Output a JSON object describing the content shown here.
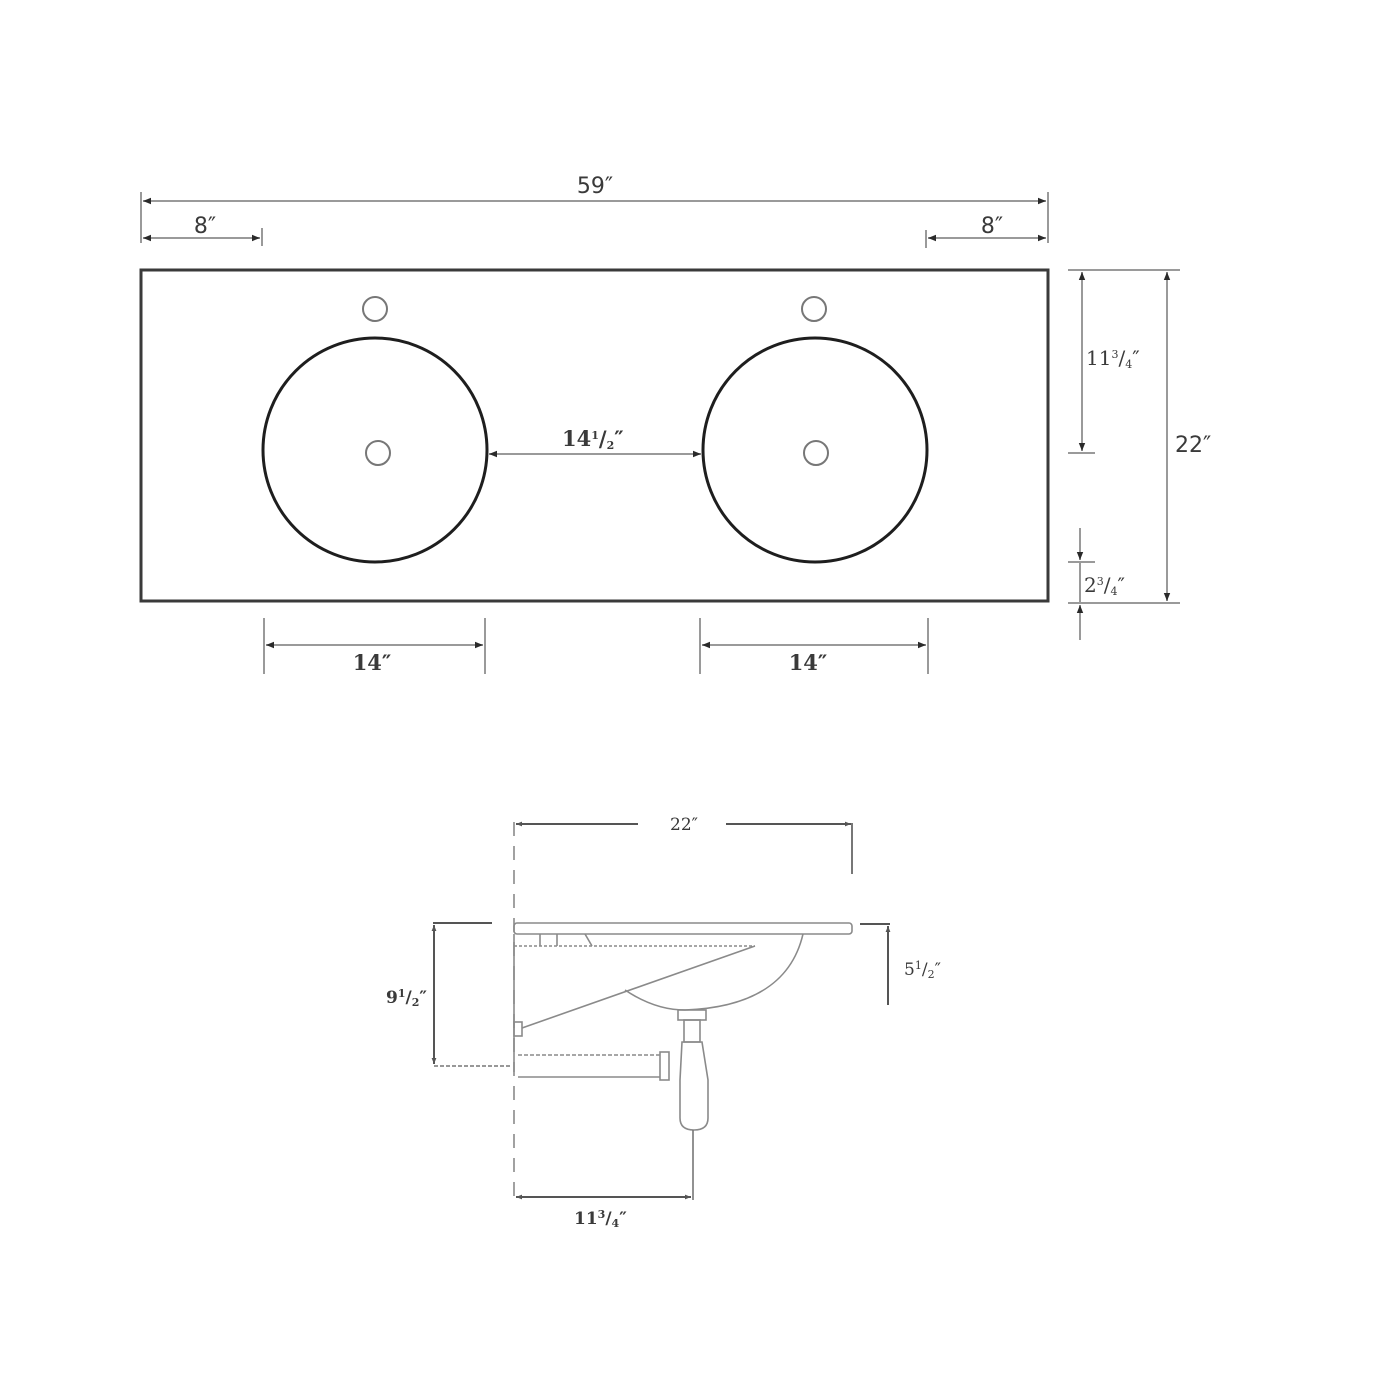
{
  "top_view": {
    "overall_width": "59″",
    "left_faucet_offset": "8″",
    "right_faucet_offset": "8″",
    "basin_gap": {
      "whole": "14",
      "num": "1",
      "den": "2",
      "unit": "″"
    },
    "left_basin_width": "14″",
    "right_basin_width": "14″",
    "overall_depth": "22″",
    "drain_from_back": {
      "whole": "11",
      "num": "3",
      "den": "4",
      "unit": "″"
    },
    "basin_to_front": {
      "whole": "2",
      "num": "3",
      "den": "4",
      "unit": "″"
    }
  },
  "side_view": {
    "overall_depth": "22″",
    "basin_depth": {
      "whole": "5",
      "num": "1",
      "den": "2",
      "unit": "″"
    },
    "drain_outlet_height": {
      "whole": "9",
      "num": "1",
      "den": "2",
      "unit": "″"
    },
    "trap_from_wall": {
      "whole": "11",
      "num": "3",
      "den": "4",
      "unit": "″"
    }
  },
  "colors": {
    "line": "#2a2a2a",
    "dim_line": "#9a9a9a",
    "side_line": "#8a8a8a",
    "text": "#3a3a3a"
  }
}
